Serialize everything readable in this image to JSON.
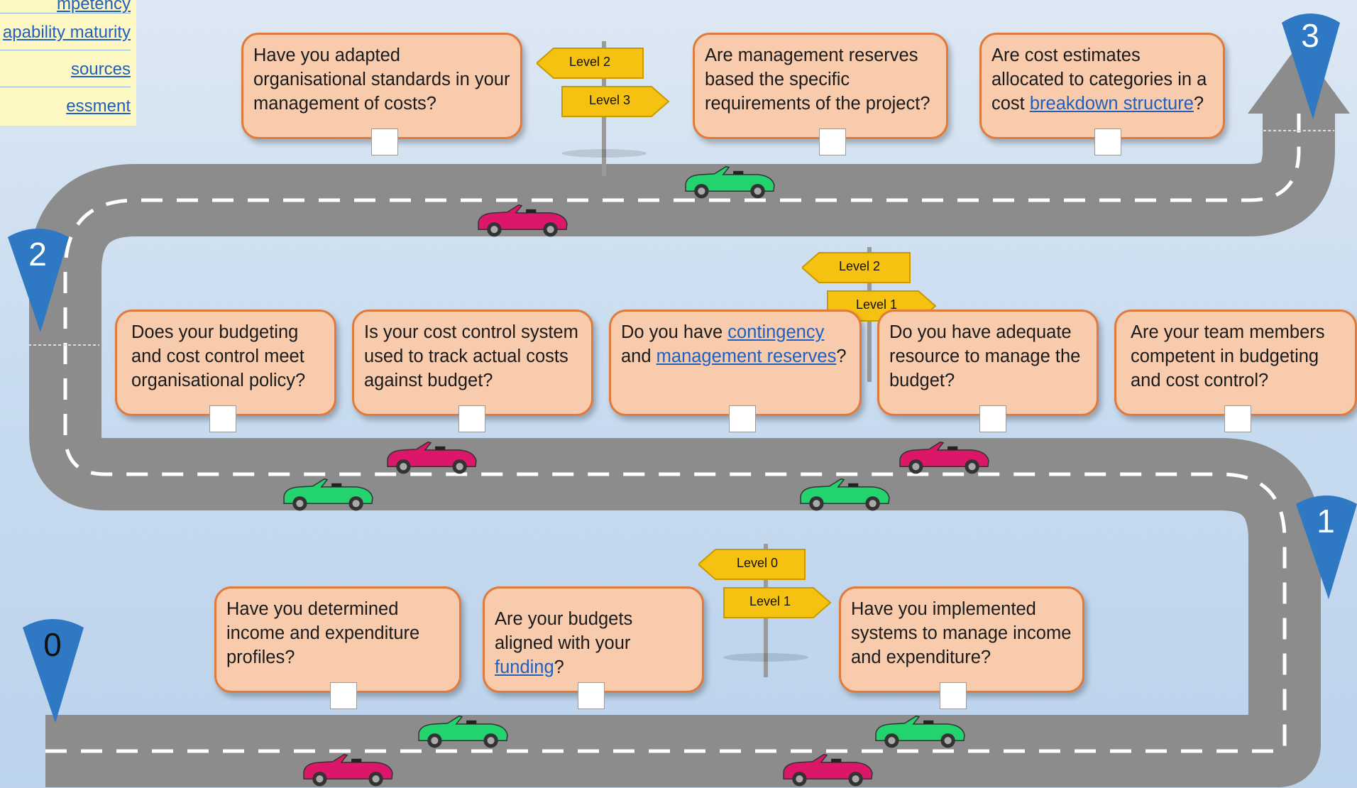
{
  "nav_links": [
    "mpetency",
    "apability maturity",
    "sources",
    "essment"
  ],
  "milestones": [
    "0",
    "1",
    "2",
    "3"
  ],
  "signs": [
    {
      "top": "Level 2",
      "bottom": "Level 3"
    },
    {
      "top": "Level 2",
      "bottom": "Level 1"
    },
    {
      "top": "Level 0",
      "bottom": "Level 1"
    }
  ],
  "questions": {
    "q1": {
      "text": "Have you adapted organisational standards in your management of costs?"
    },
    "q2": {
      "text": "Are management reserves based the specific requirements of the project?"
    },
    "q3": {
      "pre": "Are cost estimates allocated to categories in a cost ",
      "link": "breakdown structure",
      "post": "?"
    },
    "q4": {
      "text": "Does your budgeting and cost control meet organisational policy?"
    },
    "q5": {
      "text": "Is your cost control system used to track actual costs against budget?"
    },
    "q6": {
      "pre": "Do you have ",
      "link1": "contingency",
      "mid": " and ",
      "link2": "management reserves",
      "post": "?"
    },
    "q7": {
      "text": "Do you have adequate resource to manage the budget?"
    },
    "q8": {
      "text": "Are your team members competent in budgeting and cost control?"
    },
    "q9": {
      "text": "Have you determined income and expenditure profiles?"
    },
    "q10": {
      "pre": "Are your budgets aligned with your ",
      "link": "funding",
      "post": "?"
    },
    "q11": {
      "text": "Have you implemented systems to manage income and expenditure?"
    }
  },
  "colors": {
    "card_fill": "#f8cbad",
    "card_border": "#e07b3c",
    "road": "#8c8c8c",
    "sign": "#f5c211",
    "pin": "#2f78c4",
    "car_green": "#22d36e",
    "car_pink": "#dc1668"
  }
}
